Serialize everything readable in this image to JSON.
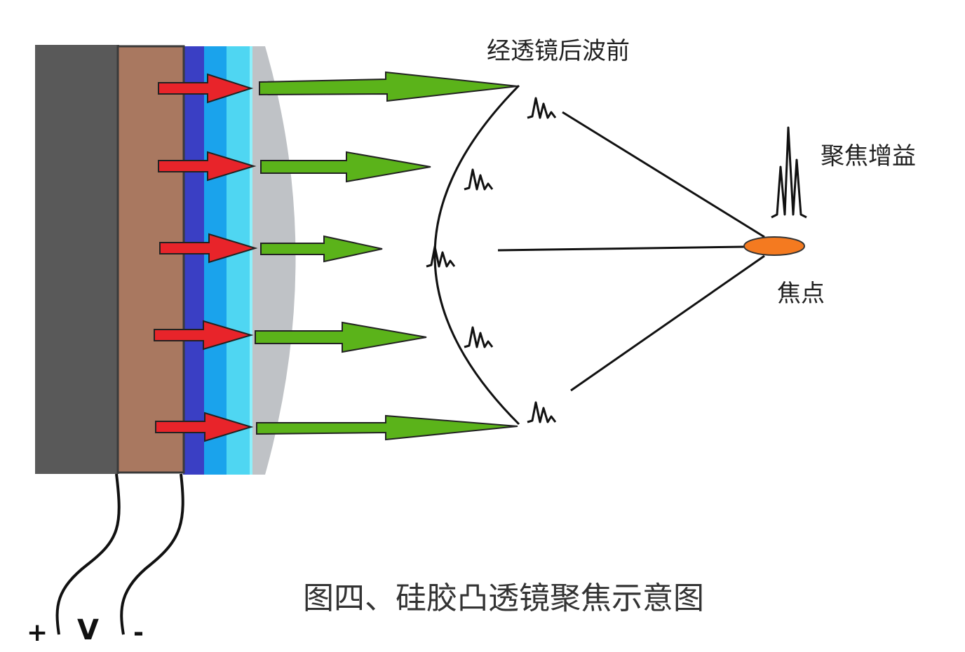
{
  "labels": {
    "wavefront_after_lens": "经透镜后波前",
    "focus_gain": "聚焦增益",
    "focal_point": "焦点",
    "caption": "图四、硅胶凸透镜聚焦示意图",
    "plus": "+",
    "voltage": "V",
    "minus": "-"
  },
  "colors": {
    "backing": "#595959",
    "piezo": "#a97860",
    "layer_dark_blue": "#3a3fc4",
    "layer_blue": "#1aa3ec",
    "layer_light_blue": "#4fd6f2",
    "layer_cyan": "#8ef0fb",
    "silicone_lens": "#bfc2c6",
    "red_arrow": "#e8242a",
    "green_arrow": "#5bb31a",
    "focal_spot": "#f47a20",
    "line": "#111111"
  }
}
